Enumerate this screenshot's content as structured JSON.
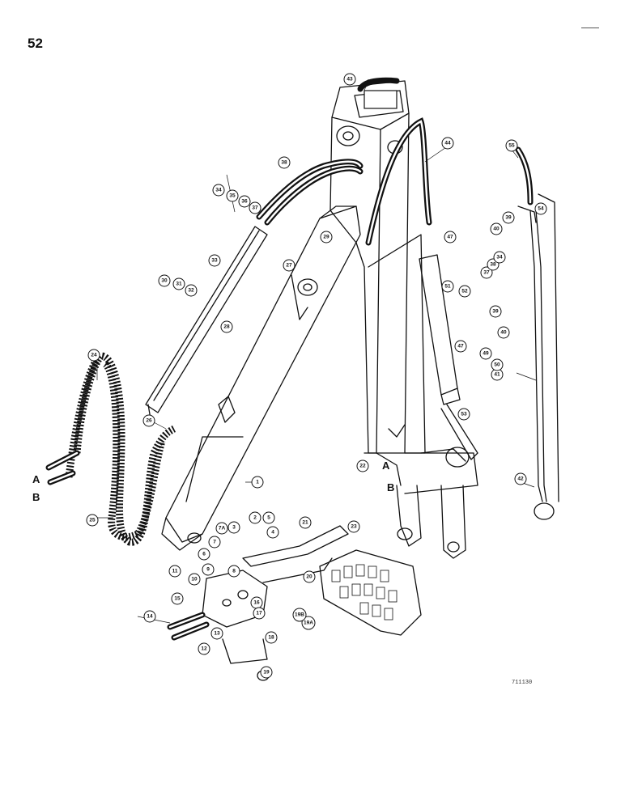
{
  "page": {
    "number": "52",
    "figure_id": "711130"
  },
  "port_labels": [
    "A",
    "B",
    "A",
    "B"
  ],
  "callouts": [
    "1",
    "2",
    "3",
    "4",
    "5",
    "6",
    "7",
    "7A",
    "8",
    "9",
    "10",
    "11",
    "12",
    "13",
    "14",
    "15",
    "16",
    "17",
    "18",
    "19",
    "19A",
    "19B",
    "20",
    "21",
    "22",
    "23",
    "24",
    "25",
    "26",
    "27",
    "28",
    "29",
    "30",
    "31",
    "32",
    "33",
    "34",
    "35",
    "36",
    "37",
    "38",
    "39",
    "40",
    "41",
    "42",
    "43",
    "44",
    "47",
    "47",
    "49",
    "50",
    "51",
    "52",
    "53",
    "54",
    "55",
    "40",
    "39",
    "37",
    "38",
    "34",
    "35",
    "36"
  ]
}
